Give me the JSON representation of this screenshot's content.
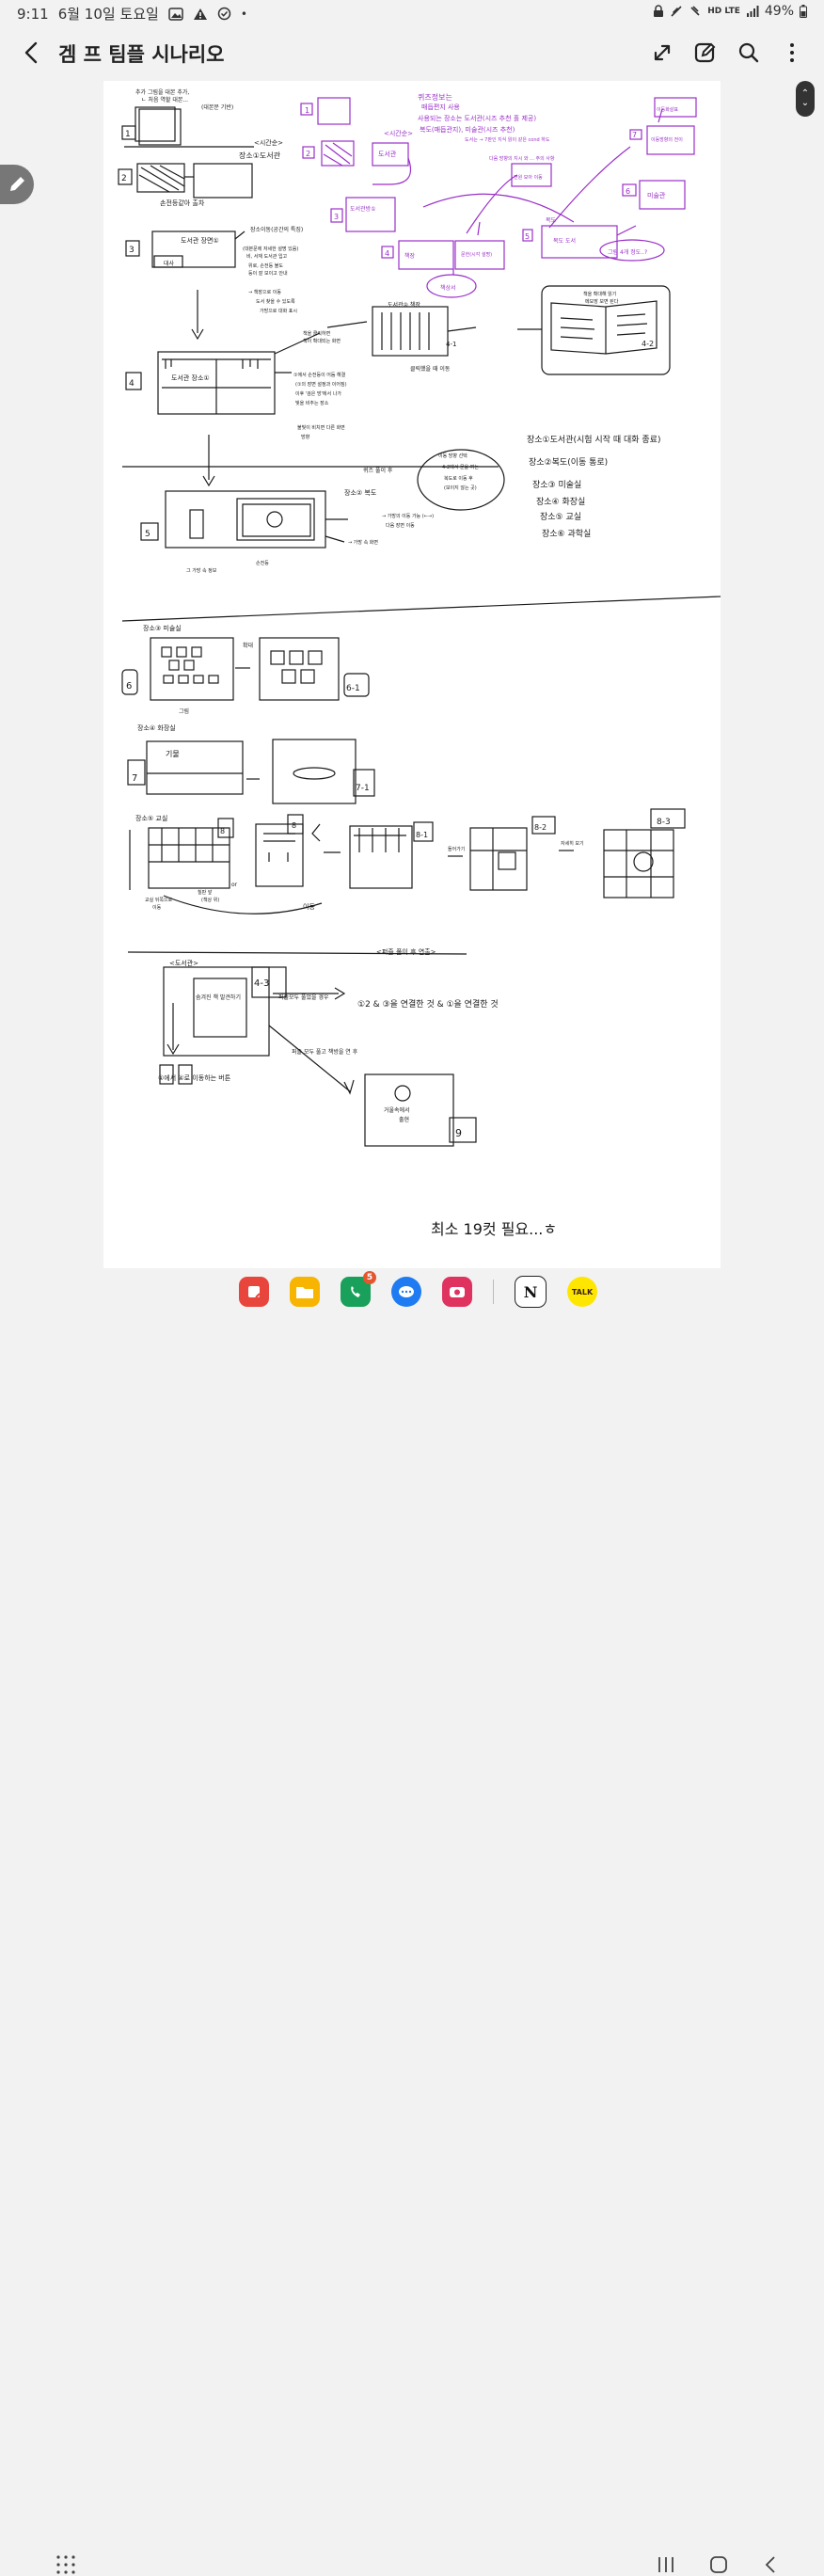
{
  "status": {
    "time": "9:11",
    "date": "6월 10일 토요일",
    "network": "HD LTE",
    "battery": "49%"
  },
  "appbar": {
    "title": "겜 프 팀플 시나리오"
  },
  "icons": {
    "back": "arrow-left-icon",
    "expand": "expand-icon",
    "edit": "edit-icon",
    "search": "search-icon",
    "more": "more-vertical-icon",
    "pen": "pen-icon"
  },
  "note": {
    "purple": {
      "q1": "퀴즈정보는",
      "q2": "매듭편지 사용",
      "q3": "사용되는 장소는 도서관(시즈 추천 홀 제공)",
      "q4": "복도(매듭관지), 미술관(시즈 추천)",
      "q5": "도서는 → 7판인 지식 읽이 같은 cond 하도",
      "q6": "다음 방향의 지시 와 ... 주의 사항",
      "timecode": "<시간순>",
      "library": "도서관",
      "library2": "도서관방①",
      "book": "책장",
      "desk": "문헌(시각 설명)",
      "deskbubble": "책상서",
      "hall": "복도",
      "corridor_door": "복도 도서",
      "corridor_room": "미술관",
      "art": "미술관",
      "gate": "이동방향의 전이",
      "move": "이동화살표",
      "question": "그림 4개 정도..?",
      "move2": "전원 모아 이동",
      "n1": "1",
      "n2": "2",
      "n3": "3",
      "n4": "4",
      "n5": "5",
      "n6": "6",
      "n7": "7"
    },
    "black": {
      "intro1": "추가 그림을 대본 추가,",
      "intro2": "ㄴ 처음 역할 대본...",
      "intro3": "(대본문 기반)",
      "place1": "장소①도서관",
      "place_header": "<시간순>",
      "tag_hole": "손전등같아 출차",
      "dialogue": "대사",
      "desc1": "도서관 장면①",
      "desc2": "장소이동(공간의 특징)",
      "desc3": "(대본문에 자세한 설명 있음)",
      "desc4": "비, 서재 도서관 입고",
      "desc5": "위로, 손전등 불도",
      "desc6": "등이 잘 보이고 안내",
      "desc7": "→ 책장으로 이동",
      "desc8": "도서 찾을 수 있도록",
      "desc9": "가방으로 대화 표시",
      "place_lib": "도서관 장소①",
      "shelf_label": "도서관② 책장",
      "shelf_note1": "책을 클릭하면",
      "shelf_note2": "책이 확대되는 화면",
      "book_note": "책을 확대해 읽기",
      "book_note2": "메모장 보면 된다",
      "n41": "4-1",
      "n42": "4-2",
      "clicked": "클릭했을 때 이동",
      "lib_note1": "①에서 손전등이 어둠 해결",
      "lib_note2": "(①의 장면 설정과 이어짐)",
      "lib_note3": "이후 '검은 방'에서 나가",
      "lib_note4": "빛을 비추는 장소",
      "lib_note5": "불빛이 비치면 다른 화면",
      "lib_note6": "방향",
      "corridor_note1": "이동 방향 선택",
      "corridor_note2": "4-2에서 문을 여는",
      "corridor_note3": "복도로 이동 후",
      "corridor_note4": "(보이지 않는 곳)",
      "place_hall": "장소② 복도",
      "quiz_note": "퀴즈 풀이 후",
      "arrow_note1": "→ 가방의 이동 가능 (←→)",
      "arrow_note2": "다음 장면 이동",
      "arrow_note3": "→ 가방 속 화면",
      "lost": "그 가방 속 정보",
      "flashlight": "손전등",
      "list1": "장소①도서관(시험 시작 때 대화 종료)",
      "list2": "장소②복도(이동 통로)",
      "list3": "장소③ 미술실",
      "list4": "장소④ 화장실",
      "list5": "장소⑤ 교실",
      "list6": "장소⑥ 과학실",
      "art_label": "장소③ 미술실",
      "spot": "확대",
      "n6": "6",
      "n61": "6-1",
      "fig": "그림",
      "toilet_label": "장소④ 화장실",
      "toilet_note": "기물",
      "n7": "7",
      "n71": "7-1",
      "class_label": "장소⑤ 교실",
      "class_note1": "교실 뒤쪽으로",
      "class_note2": "이동",
      "class_note3": "칠판 앞",
      "class_note4": "(책상 위)",
      "n8": "8",
      "n81": "8-1",
      "n82": "8-2",
      "n83": "8-3",
      "move_c": "이동",
      "or": "or",
      "enter": "들어가기",
      "zoom": "자세히 보기",
      "final_header": "<퍼즐 풀이 후 연출>",
      "final_lib": "<도서관>",
      "n43": "4-3",
      "hidden_book": "숨겨진 책 발견하기",
      "condition": "퍼즐모두 풀었을 경우",
      "rule": "①2 & ③을 연결한 것 & ①을 연결한 것",
      "btn_move": "①에서 ④로 이동하는 버튼",
      "after_all": "퍼즐 모두 풀고 책방을 연 후",
      "final_scene1": "거울속에서",
      "final_scene2": "출현",
      "n9": "9",
      "total": "최소 19컷 필요...ㅎ"
    }
  },
  "dock": {
    "badge_count": "5",
    "apps": [
      "flip-notes",
      "files",
      "call",
      "messages",
      "camera",
      "notion",
      "kakaotalk"
    ],
    "kakao_label": "TALK",
    "notion_label": "N"
  },
  "colors": {
    "ink": "#1a1a1a",
    "purple": "#9a2fc9",
    "statusbar_bg": "#f2f2f2",
    "canvas_bg": "#ffffff"
  }
}
